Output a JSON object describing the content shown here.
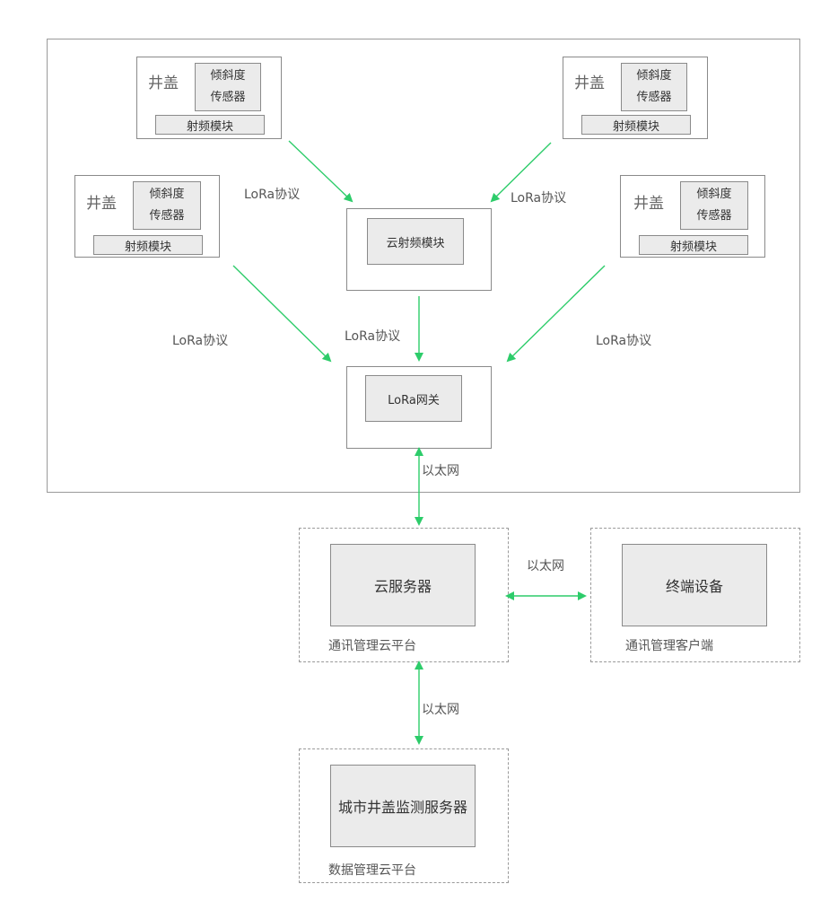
{
  "manhole": {
    "cover_label": "井盖",
    "sensor_line1": "倾斜度",
    "sensor_line2": "传感器",
    "rf_module": "射频模块"
  },
  "cloud_rf": "云射频模块",
  "gateway": "LoRa网关",
  "protocol_label": "LoRa协议",
  "ethernet_label": "以太网",
  "cloud_server": "云服务器",
  "comm_platform": "通讯管理云平台",
  "terminal": "终端设备",
  "comm_client": "通讯管理客户端",
  "city_server": "城市井盖监测服务器",
  "data_platform": "数据管理云平台",
  "colors": {
    "arrow": "#2dcc6a",
    "box_fill": "#ebebeb",
    "border": "#8a8a8a"
  }
}
